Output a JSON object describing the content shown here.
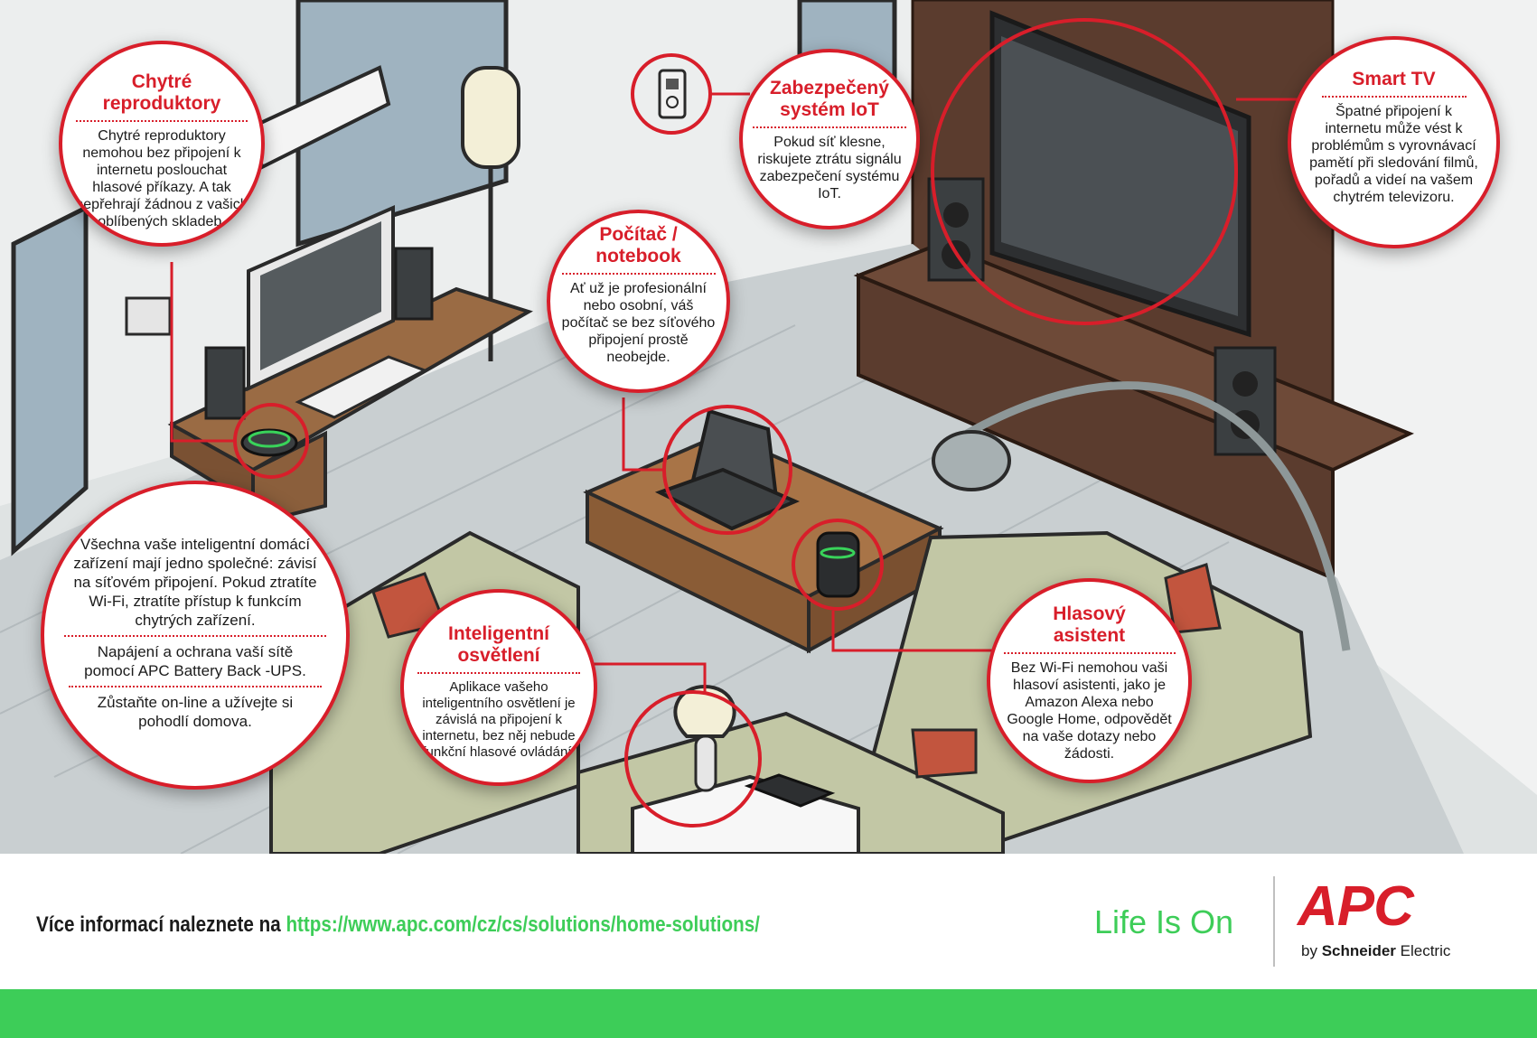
{
  "callouts": {
    "speakers": {
      "title": "Chytré reproduktory",
      "body": "Chytré reproduktory nemohou bez připojení k internetu poslouchat hlasové příkazy. A tak nepřehrají žádnou z vašich oblíbených skladeb."
    },
    "iot": {
      "title": "Zabezpečený systém IoT",
      "body": "Pokud síť klesne, riskujete ztrátu signálu zabezpečení systému IoT."
    },
    "tv": {
      "title": "Smart TV",
      "body": "Špatné připojení k internetu může vést k problémům s vyrovnávací pamětí při sledování filmů, pořadů a videí na vašem chytrém televizoru."
    },
    "computer": {
      "title": "Počítač / notebook",
      "body": "Ať už je profesionální nebo osobní, váš počítač se bez síťového připojení prostě neobejde."
    },
    "summary": {
      "p1": "Všechna vaše inteligentní domácí zařízení mají jedno společné: závisí na síťovém připojení. Pokud ztratíte Wi-Fi, ztratíte přístup k funkcím chytrých zařízení.",
      "p2": "Napájení a ochrana vaší sítě pomocí APC Battery Back -UPS.",
      "p3": "Zůstaňte on-line a užívejte si pohodlí domova."
    },
    "lighting": {
      "title": "Inteligentní osvětlení",
      "body": "Aplikace vašeho inteligentního osvětlení je závislá na připojení k internetu, bez něj nebude funkční hlasové ovládání."
    },
    "voice": {
      "title": "Hlasový asistent",
      "body": "Bez Wi-Fi nemohou vaši hlasoví asistenti, jako je Amazon Alexa nebo Google Home, odpovědět na vaše dotazy nebo žádosti."
    }
  },
  "footer": {
    "more_label": "Více informací naleznete na ",
    "url": "https://www.apc.com/cz/cs/solutions/home-solutions/",
    "tagline": "Life Is On",
    "brand": "APC",
    "by": "by",
    "schneider": "Schneider",
    "electric": "Electric"
  },
  "colors": {
    "accent_red": "#d81e2a",
    "accent_green": "#3dcd58"
  }
}
